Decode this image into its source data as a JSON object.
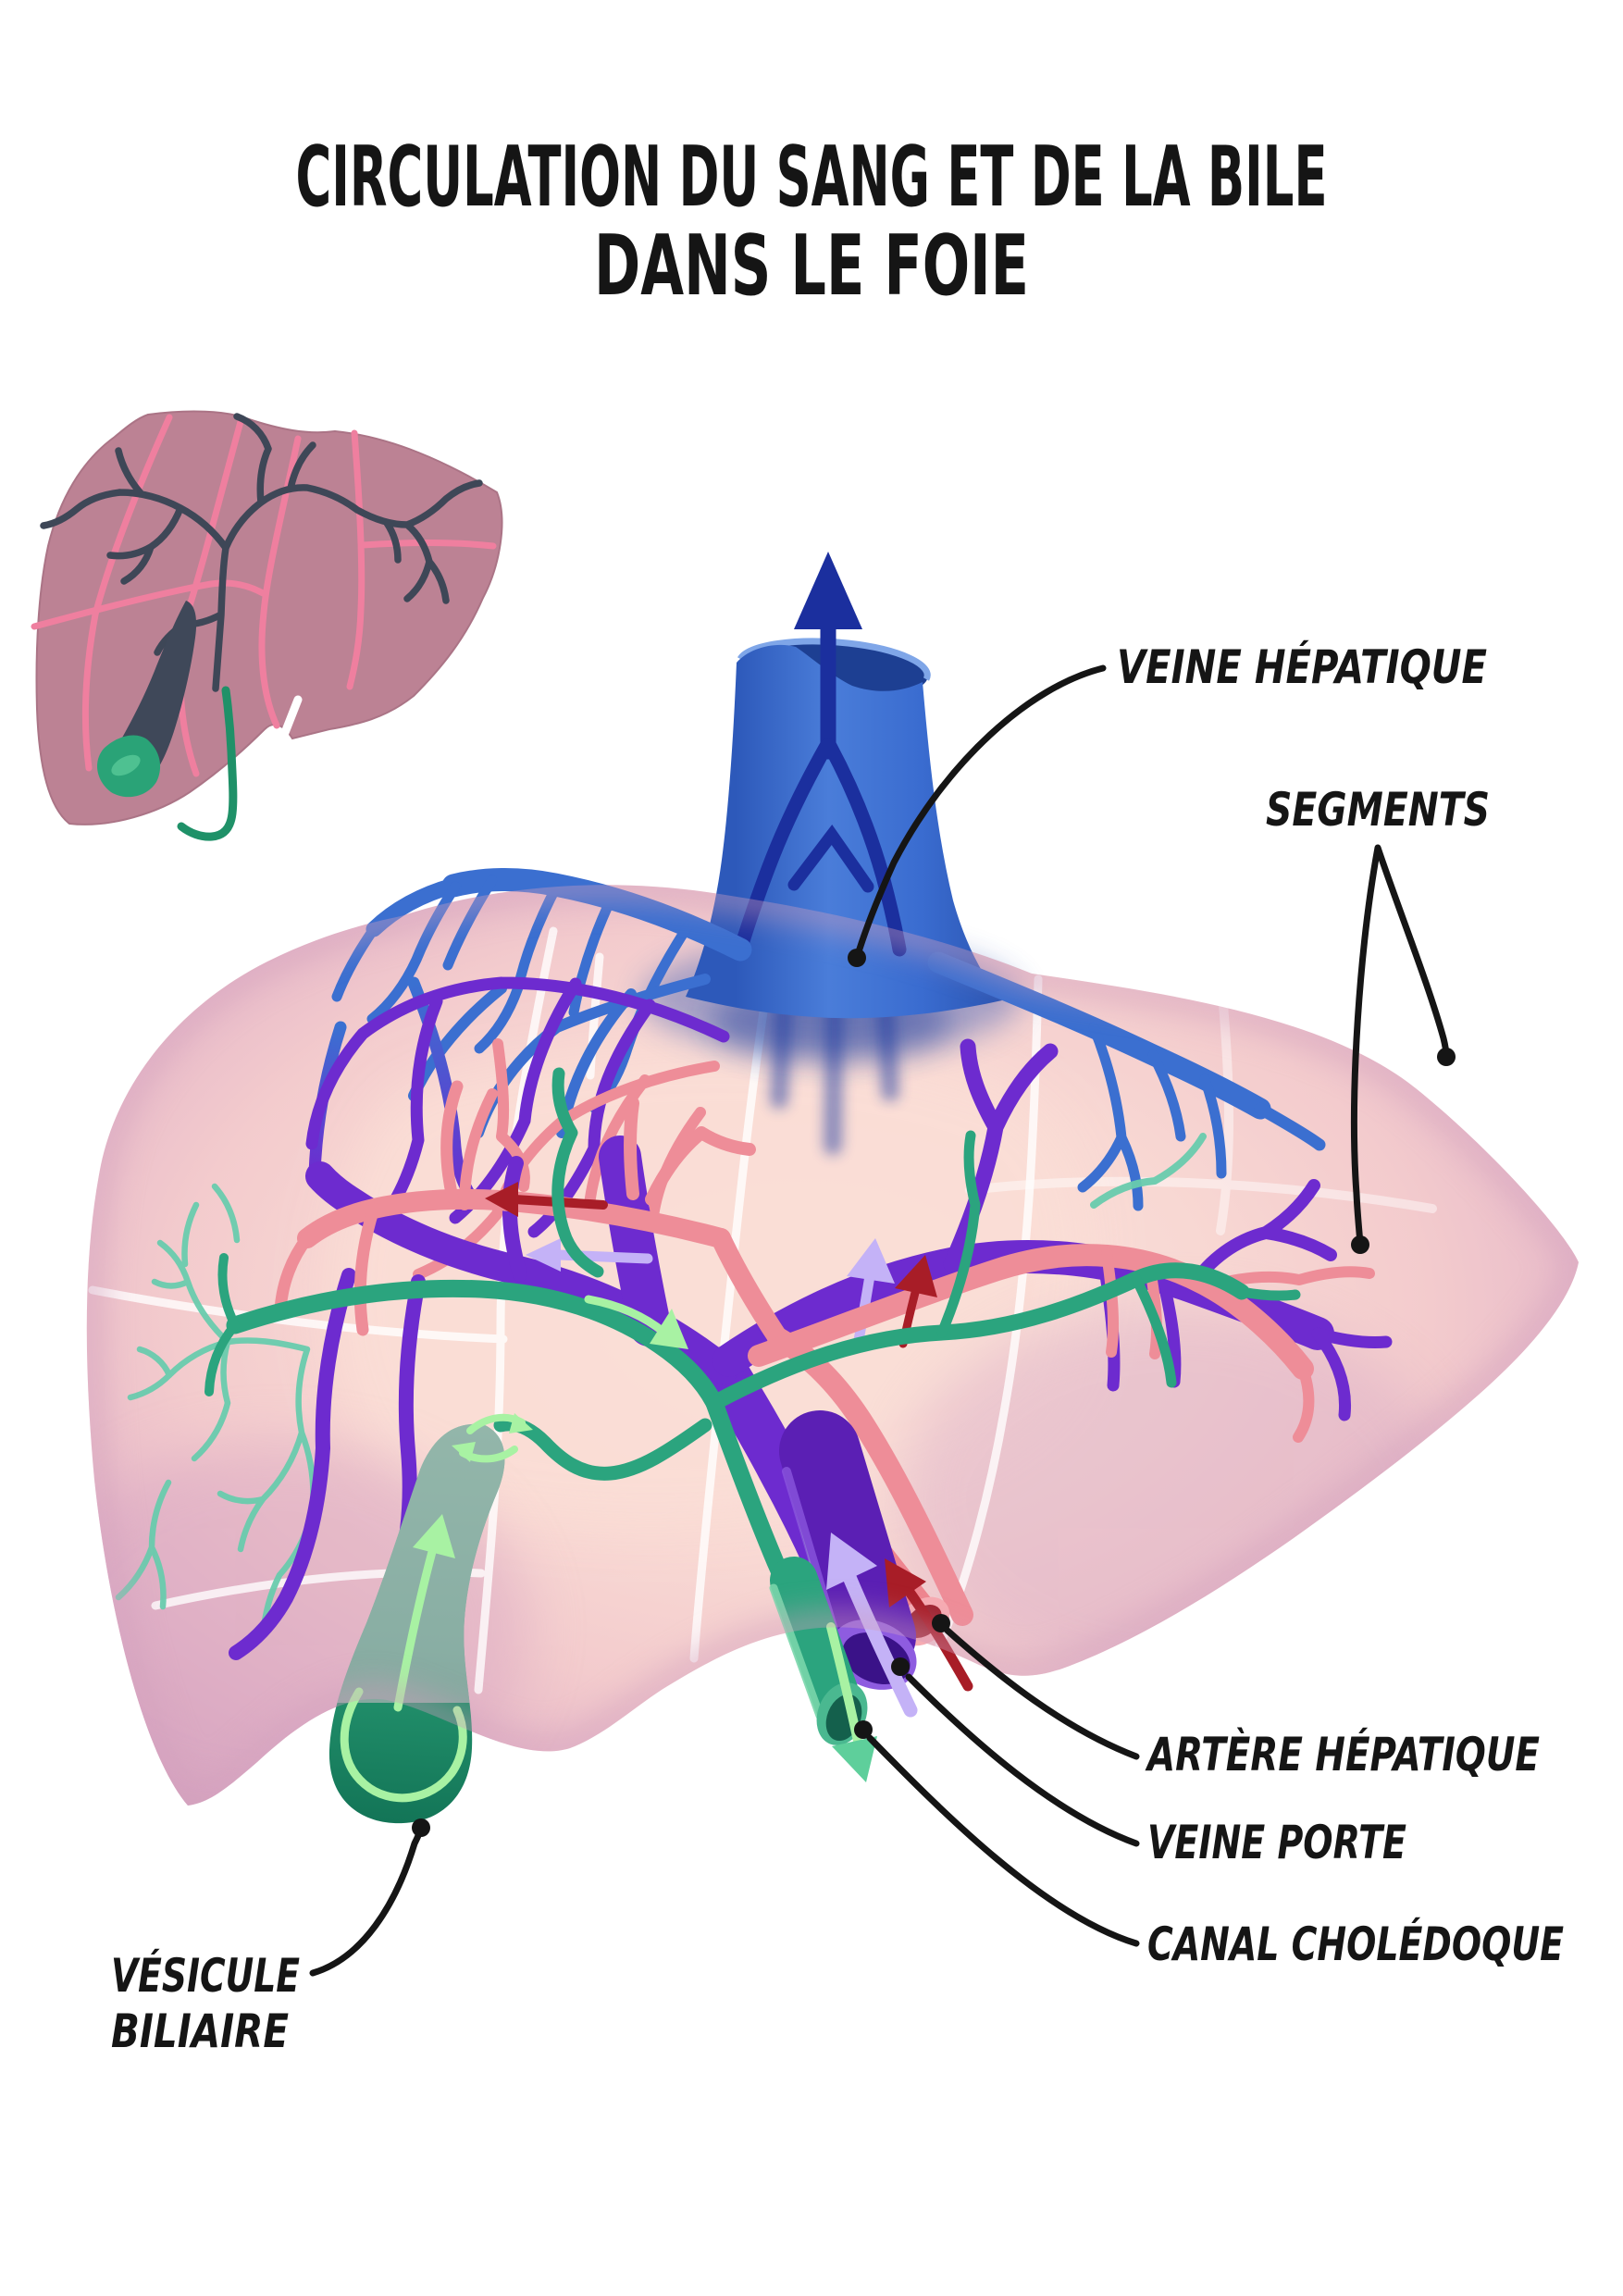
{
  "title": {
    "line1": "CIRCULATION DU SANG ET DE LA BILE",
    "line2": "DANS LE FOIE"
  },
  "labels": {
    "veine_hepatique": "VEINE HÉPATIQUE",
    "segments": "SEGMENTS",
    "artere_hepatique": "ARTÈRE HÉPATIQUE",
    "veine_porte": "VEINE PORTE",
    "canal_choledoque": "CANAL CHOLÉDOQUE",
    "vesicule_line1": "VÉSICULE",
    "vesicule_line2": "BILIAIRE"
  },
  "palette": {
    "hepatic_vein_blue": "#3b6fd0",
    "vein_arrow_navy": "#1b2f9e",
    "portal_purple": "#6d2bcf",
    "portal_arrow_lavender": "#c4b2f7",
    "artery_salmon": "#ee8d98",
    "artery_arrow_red": "#a81d27",
    "bile_green": "#2ba47e",
    "bile_arrow_light_green": "#a8f2a3",
    "bile_ductule_teal": "#68cbad",
    "liver_pink": "#f7d6d2",
    "liver_rim_mauve": "#d5a3be",
    "inset_liver_mauve": "#bc8294",
    "inset_segment_pink": "#ef7f9f",
    "inset_vessel_slate": "#3e4757",
    "gallbladder_green": "#279972",
    "annotation_black": "#151515",
    "background": "#ffffff"
  }
}
